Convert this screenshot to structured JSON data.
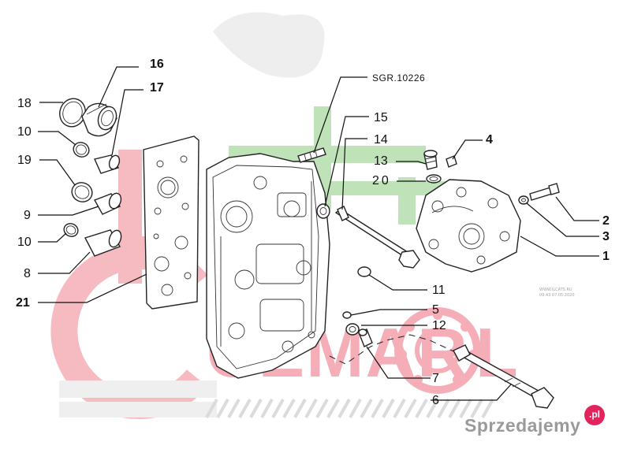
{
  "diagram": {
    "ref_code": "SGR.10226",
    "labels": [
      {
        "id": "16",
        "text": "16"
      },
      {
        "id": "17",
        "text": "17"
      },
      {
        "id": "18",
        "text": "18"
      },
      {
        "id": "10a",
        "text": "10"
      },
      {
        "id": "19",
        "text": "19"
      },
      {
        "id": "9",
        "text": "9"
      },
      {
        "id": "10b",
        "text": "10"
      },
      {
        "id": "8",
        "text": "8"
      },
      {
        "id": "21",
        "text": "21"
      },
      {
        "id": "15",
        "text": "15"
      },
      {
        "id": "14",
        "text": "14"
      },
      {
        "id": "13",
        "text": "13"
      },
      {
        "id": "4",
        "text": "4"
      },
      {
        "id": "20",
        "text": "20"
      },
      {
        "id": "2",
        "text": "2"
      },
      {
        "id": "3",
        "text": "3"
      },
      {
        "id": "1",
        "text": "1"
      },
      {
        "id": "11",
        "text": "11"
      },
      {
        "id": "5",
        "text": "5"
      },
      {
        "id": "12",
        "text": "12"
      },
      {
        "id": "7",
        "text": "7"
      },
      {
        "id": "6",
        "text": "6"
      }
    ]
  },
  "watermark": {
    "site_lines": [
      "WWW.ILCATS.RU",
      "09.43 07.05.2020"
    ],
    "logo_text": "CEMAR",
    "logo_tail": "L"
  },
  "branding": {
    "site": "Sprzedajemy",
    "badge": ".pl"
  },
  "colors": {
    "watermark_red": "#f4a6b0",
    "watermark_green": "#a8d6a0",
    "watermark_grey": "#e6e6e6",
    "brand_pink": "#e2245d"
  }
}
